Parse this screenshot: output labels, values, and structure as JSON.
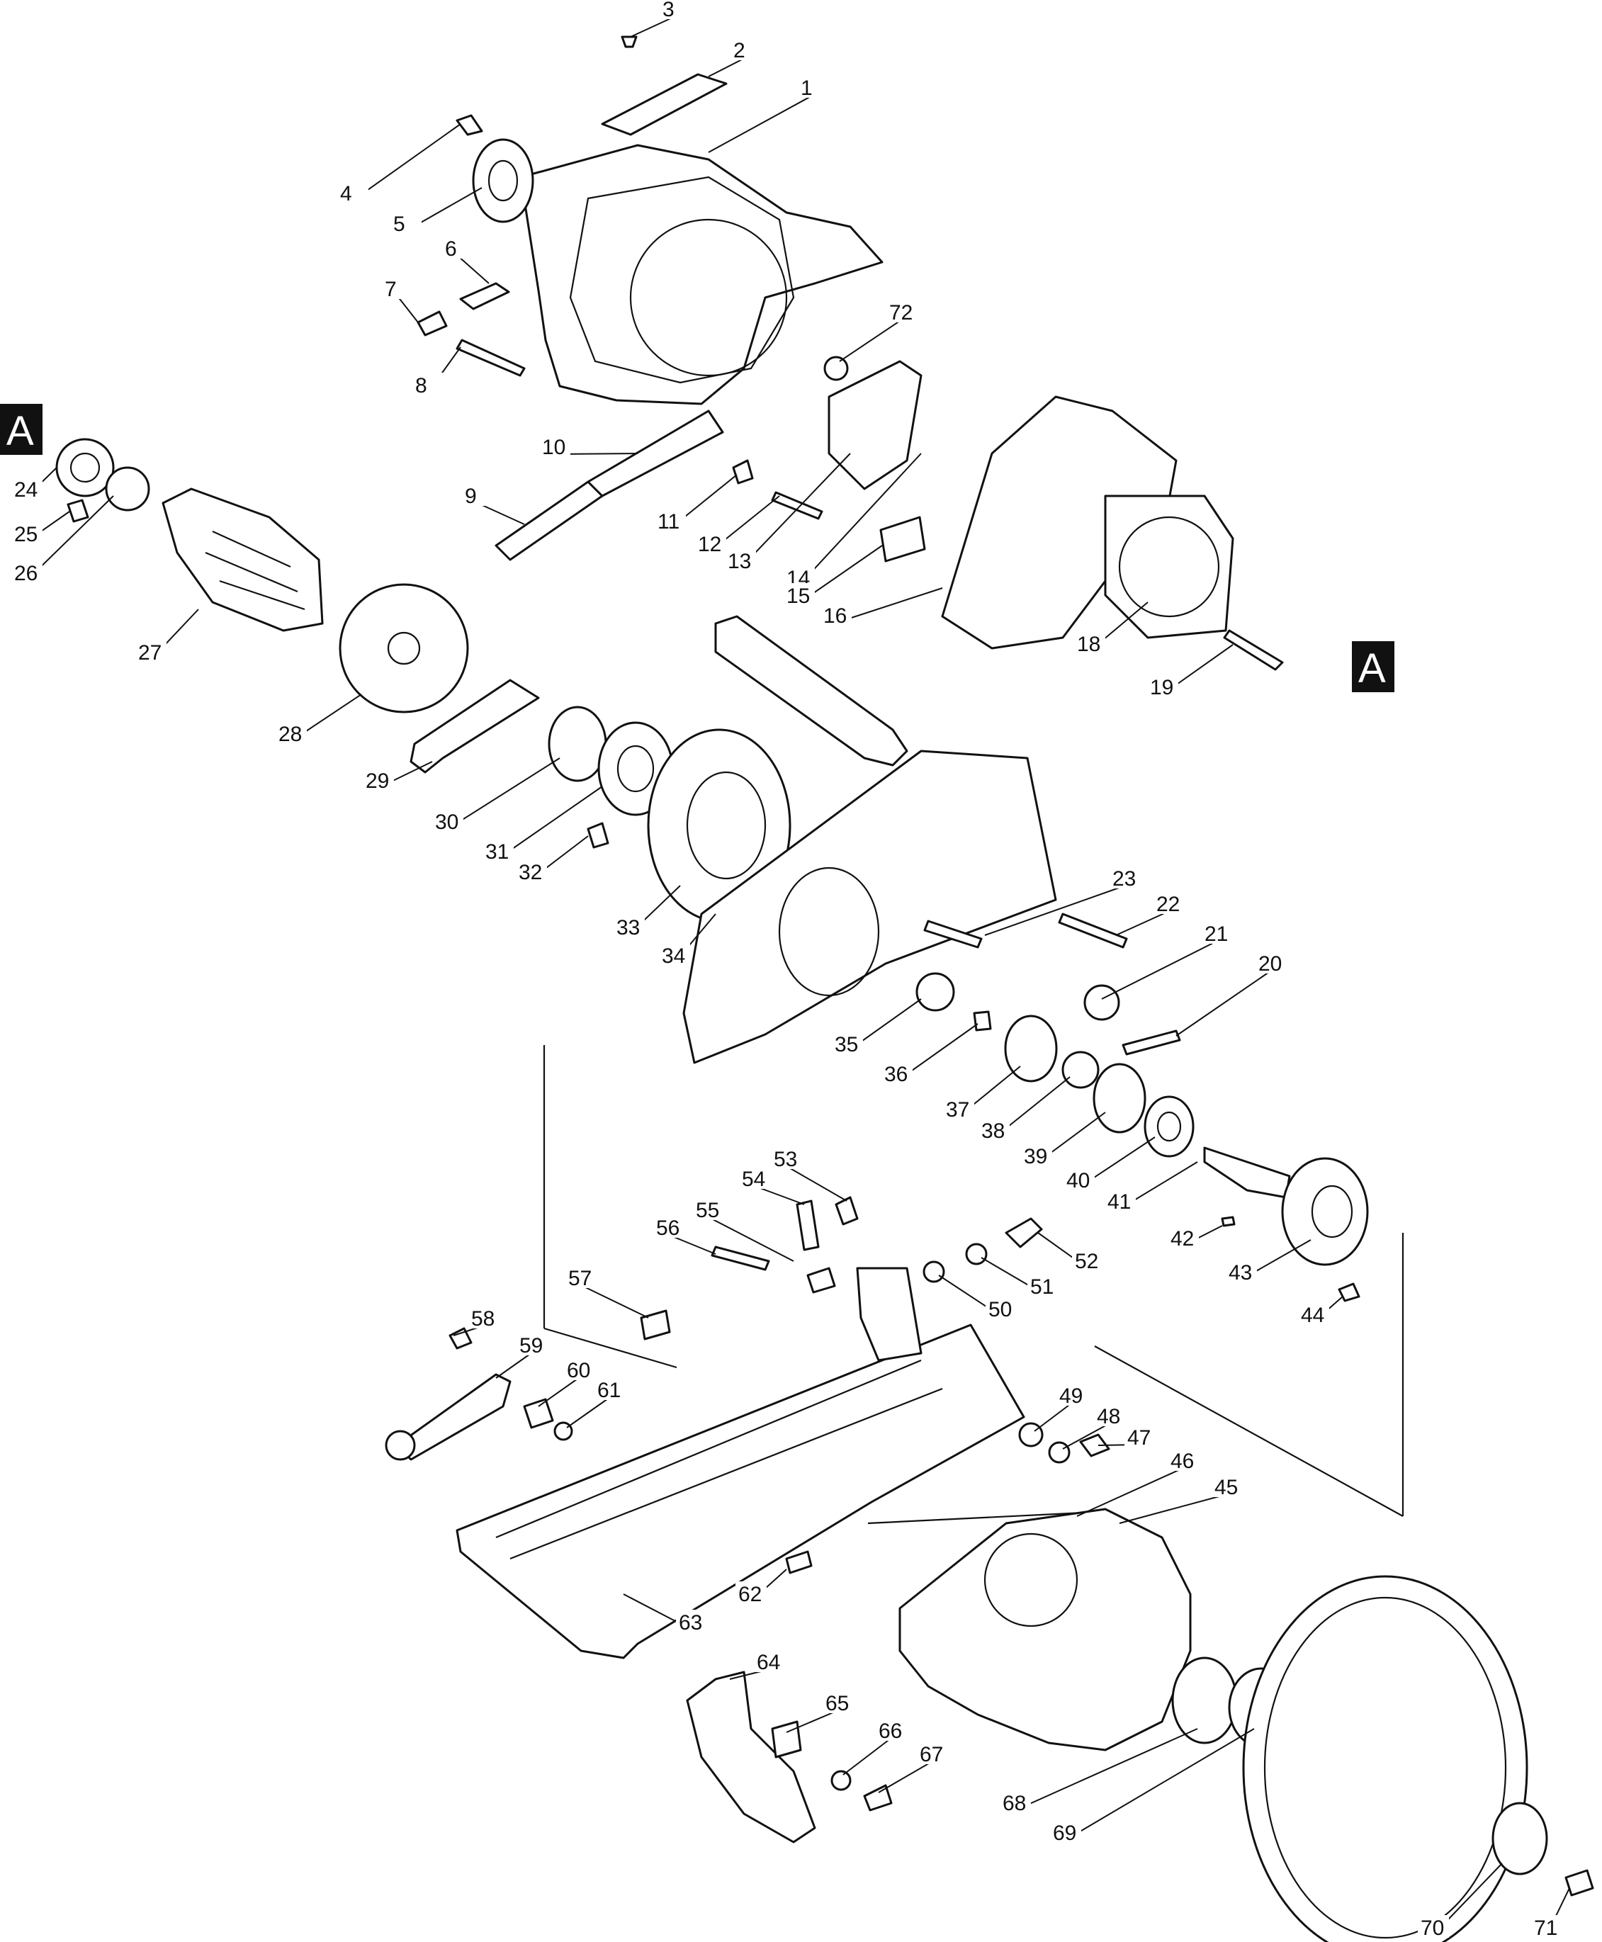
{
  "diagram": {
    "section_marker": "A",
    "part_numbers": [
      "1",
      "2",
      "3",
      "4",
      "5",
      "6",
      "7",
      "8",
      "9",
      "10",
      "11",
      "12",
      "13",
      "14",
      "15",
      "16",
      "18",
      "19",
      "20",
      "21",
      "22",
      "23",
      "24",
      "25",
      "26",
      "27",
      "28",
      "29",
      "30",
      "31",
      "32",
      "33",
      "34",
      "35",
      "36",
      "37",
      "38",
      "39",
      "40",
      "41",
      "42",
      "43",
      "44",
      "45",
      "46",
      "47",
      "48",
      "49",
      "50",
      "51",
      "52",
      "53",
      "54",
      "55",
      "56",
      "57",
      "58",
      "59",
      "60",
      "61",
      "62",
      "63",
      "64",
      "65",
      "66",
      "67",
      "68",
      "69",
      "70",
      "71",
      "72"
    ]
  }
}
